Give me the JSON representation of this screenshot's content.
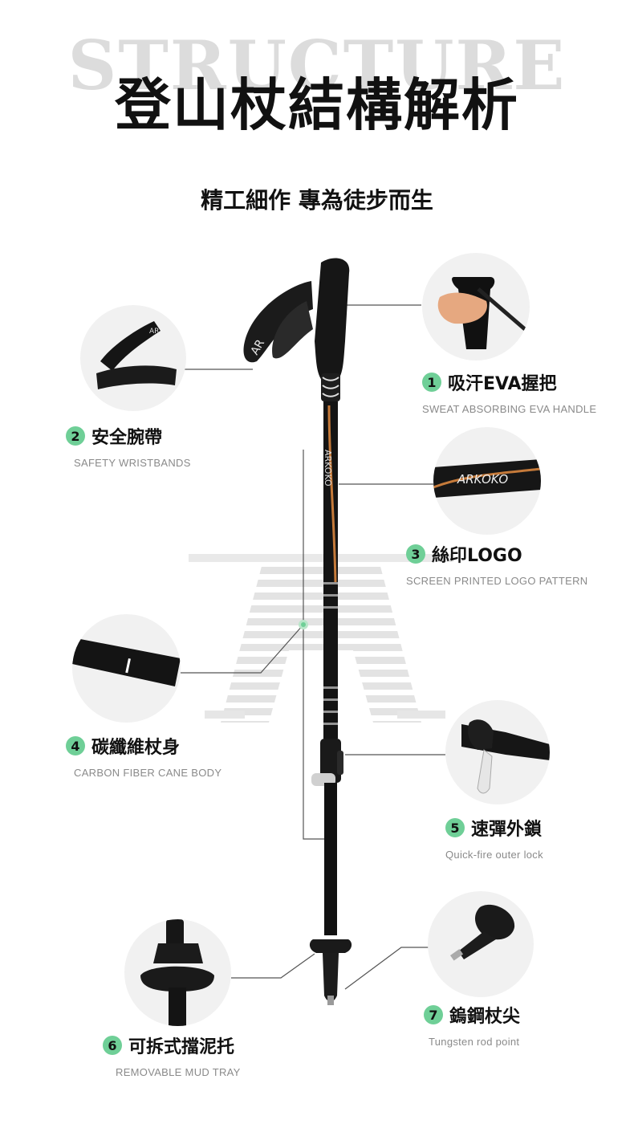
{
  "header": {
    "background_word": "STRUCTURE",
    "title": "登山杖結構解析",
    "subtitle": "精工細作 專為徒步而生"
  },
  "product": {
    "brand_on_pole": "ARKOKO",
    "logo_sample": "ARKOKO"
  },
  "features": [
    {
      "num": "1",
      "title": "吸汗EVA握把",
      "subtitle": "SWEAT ABSORBING EVA HANDLE"
    },
    {
      "num": "2",
      "title": "安全腕帶",
      "subtitle": "SAFETY WRISTBANDS"
    },
    {
      "num": "3",
      "title": "絲印LOGO",
      "subtitle": "SCREEN PRINTED LOGO PATTERN"
    },
    {
      "num": "4",
      "title": "碳纖維杖身",
      "subtitle": "CARBON FIBER CANE BODY"
    },
    {
      "num": "5",
      "title": "速彈外鎖",
      "subtitle": "Quick-fire outer lock"
    },
    {
      "num": "6",
      "title": "可拆式擋泥托",
      "subtitle": "REMOVABLE MUD TRAY"
    },
    {
      "num": "7",
      "title": "鎢鋼杖尖",
      "subtitle": "Tungsten rod point"
    }
  ],
  "colors": {
    "accent_badge": "#6fcf97",
    "pole_accent": "#c57a3a",
    "pole_body": "#141414"
  },
  "icons": [
    "grip-handle-photo",
    "wrist-strap-photo",
    "logo-band-photo",
    "carbon-tube-photo",
    "lock-clamp-photo",
    "mud-basket-photo",
    "tungsten-tip-photo"
  ]
}
